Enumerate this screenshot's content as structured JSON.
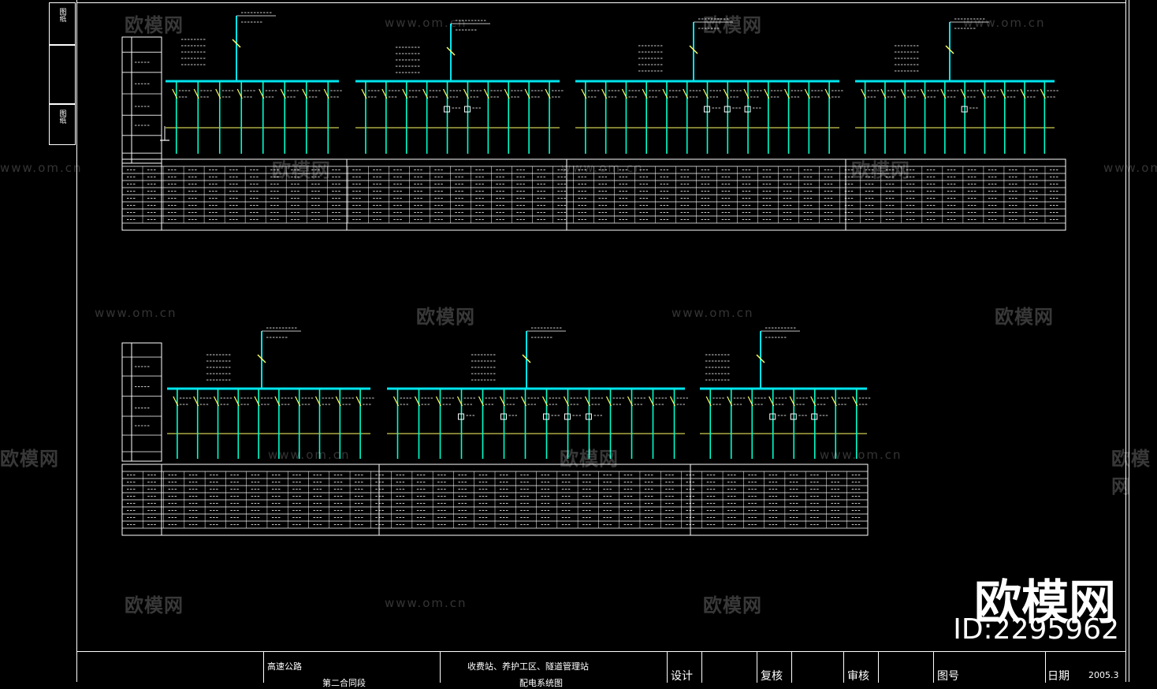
{
  "side_tabs": [
    "图纸",
    "图纸"
  ],
  "watermarks": {
    "brand": "欧模网",
    "url": "www.om.cn"
  },
  "brand": {
    "logo": "欧模网",
    "id": "ID:2295962"
  },
  "title_block": {
    "project": "高速公路",
    "project_sub": "第二合同段",
    "drawing": "收费站、养护工区、隧道管理站",
    "drawing_sub": "配电系统图",
    "design": "设计",
    "review": "复核",
    "approve": "审核",
    "drawing_no": "图号",
    "date_label": "日期",
    "date": "2005.3"
  },
  "colors": {
    "background": "#000000",
    "bus": "#00e5ee",
    "neutral": "#ffff66",
    "feeder": "#00ffcc",
    "line": "#ffffff"
  }
}
